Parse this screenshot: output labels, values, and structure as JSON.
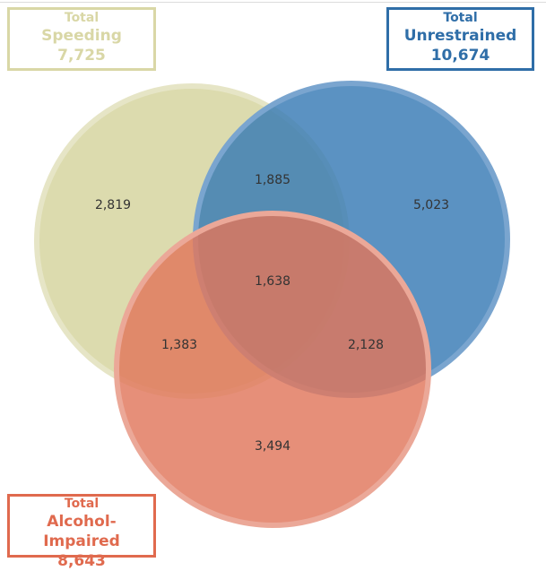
{
  "chart_data": {
    "type": "venn",
    "title": "",
    "sets": [
      {
        "key": "speeding",
        "name": "Speeding",
        "total_label": "Total",
        "total": "7,725",
        "color": "#d9d7a6",
        "fill": "#dcdbae",
        "halo": "#e6e5c6"
      },
      {
        "key": "unrestrained",
        "name": "Unrestrained",
        "total_label": "Total",
        "total": "10,674",
        "color": "#2f6ea8",
        "fill": "#377ab4",
        "halo": "#7aa5cf"
      },
      {
        "key": "alcohol",
        "name": "Alcohol-Impaired",
        "total_label": "Total",
        "total": "8,643",
        "color": "#e06a4e",
        "fill": "#e0765b",
        "halo": "#eba898"
      }
    ],
    "regions": [
      {
        "sets": [
          "speeding"
        ],
        "value": "2,819"
      },
      {
        "sets": [
          "unrestrained"
        ],
        "value": "5,023"
      },
      {
        "sets": [
          "alcohol"
        ],
        "value": "3,494"
      },
      {
        "sets": [
          "speeding",
          "unrestrained"
        ],
        "value": "1,885"
      },
      {
        "sets": [
          "speeding",
          "alcohol"
        ],
        "value": "1,383"
      },
      {
        "sets": [
          "unrestrained",
          "alcohol"
        ],
        "value": "2,128"
      },
      {
        "sets": [
          "speeding",
          "unrestrained",
          "alcohol"
        ],
        "value": "1,638"
      }
    ]
  }
}
